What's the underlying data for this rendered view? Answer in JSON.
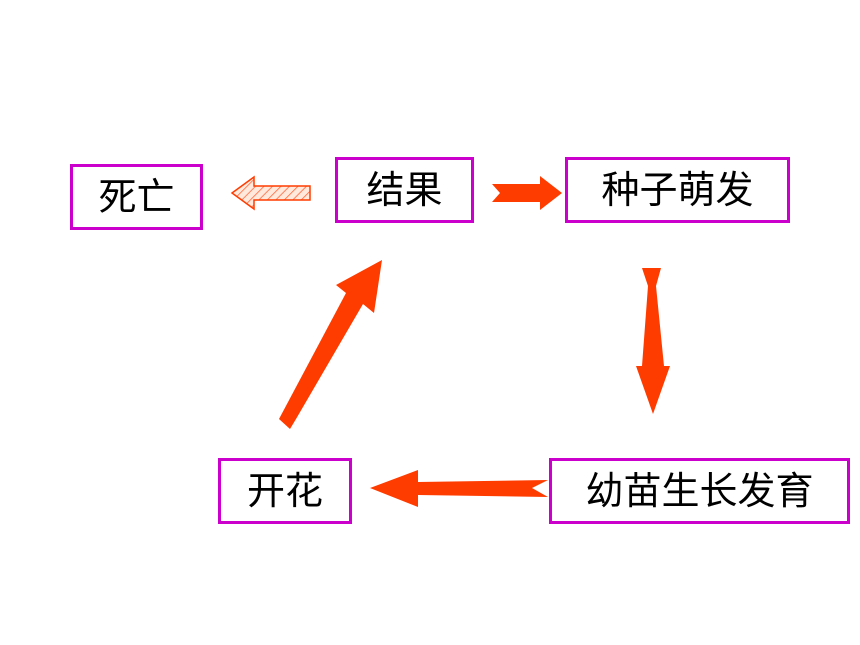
{
  "stages": {
    "death": "死亡",
    "fruiting": "结果",
    "seed_germination": "种子萌发",
    "flowering": "开花",
    "seedling_growth": "幼苗生长发育"
  },
  "colors": {
    "box_border": "#cc00cc",
    "arrow_fill": "#ff3c00",
    "hatched_arrow_fill": "#ffe0d0",
    "text": "#000000"
  }
}
